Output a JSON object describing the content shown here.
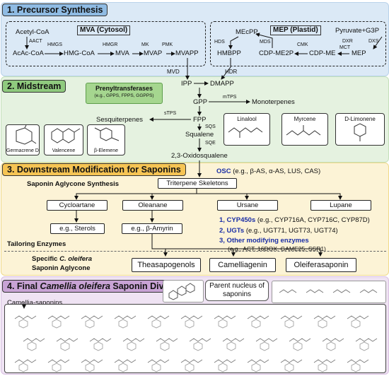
{
  "sections": {
    "precursor": "1. Precursor Synthesis",
    "midstream": "2. Midstream",
    "downstream_bold": "3. Downstream",
    "downstream_rest": " Modification for Saponins",
    "final_a": "4. Final ",
    "final_italic": "Camellia oleifera",
    "final_b": " Saponin Diversity"
  },
  "mva": {
    "title": "MVA (Cytosol)",
    "acetyl": "Acetyl-CoA",
    "aact": "AACT",
    "acac": "AcAc-CoA",
    "hmgs": "HMGS",
    "hmgcoa": "HMG-CoA",
    "hmgr": "HMGR",
    "mva": "MVA",
    "mk": "MK",
    "mvap": "MVAP",
    "pmk": "PMK",
    "mvapp": "MVAPP"
  },
  "mep": {
    "title": "MEP (Plastid)",
    "mecpp": "MEcPP",
    "hds": "HDS",
    "hmbpp": "HMBPP",
    "mds": "MDS",
    "cdpme2p": "CDP-ME2P",
    "cmk": "CMK",
    "cdpme": "CDP-ME",
    "pyruvate": "Pyruvate+G3P",
    "dxr": "DXR",
    "dxs": "DXS",
    "mct": "MCT",
    "mep": "MEP"
  },
  "mid": {
    "mvd": "MVD",
    "hdr": "HDR",
    "ipp": "IPP",
    "dmapp": "DMAPP",
    "prenyl_title": "Prenyltransferases",
    "prenyl_eg": "(e.g., GPPS, FPPS, GGPPS)",
    "gpp": "GPP",
    "mtps": "mTPS",
    "monoterpenes": "Monoterpenes",
    "stps": "sTPS",
    "sesquiterpenes": "Sesquiterpenes",
    "fpp": "FPP",
    "sqs": "SQS",
    "squalene": "Squalene",
    "sqe": "SQE",
    "oxido": "2,3-Oxidosqualene",
    "germacrene": "Germacrene D",
    "valencene": "Valencene",
    "elemene": "β-Elemene",
    "linalool": "Linalool",
    "myrcene": "Myrcene",
    "limonene": "D-Limonene"
  },
  "down": {
    "osc": "OSC",
    "osc_eg": "(e.g., β-AS, α-AS, LUS, CAS)",
    "aglycone_syn": "Saponin Aglycone Synthesis",
    "skeletons": "Triterpene Skeletons",
    "cycloartane": "Cycloartane",
    "oleanane": "Oleanane",
    "ursane": "Ursane",
    "lupane": "Lupane",
    "sterols": "e.g., Sterols",
    "amyrin": "e.g., β-Amyrin",
    "tailoring": "Tailoring Enzymes",
    "cyp_n": "1, CYP450s",
    "cyp_eg": " (e.g., CYP716A, CYP716C, CYP87D)",
    "ugt_n": "2, UGTs",
    "ugt_eg": " (e.g., UGT71, UGT73, UGT74)",
    "other_n": "3, Other modifying enzymes",
    "other_eg": "(e.g., ACT, 16DOX, GAME25, SSR1)",
    "specific_a": "Specific ",
    "specific_it": "C. oleifera",
    "specific_b": "Saponin Aglycone",
    "thea": "Theasapogenols",
    "camel": "Camelliagenin",
    "oleif": "Oleiferasaponin"
  },
  "final": {
    "parent": "Parent nucleus of saponins",
    "camellia": "Camellia-saponins"
  },
  "colors": {
    "blue_panel": "#dbe9f6",
    "blue_head": "#8fbbe3",
    "green_panel": "#e5f2e0",
    "green_head": "#8fca7e",
    "yellow_panel": "#fcf3d6",
    "yellow_head": "#f6c454",
    "purple_panel": "#efe3f3",
    "purple_head": "#c8a3d5",
    "prenyl_box": "#a5d68f",
    "enzyme_blue": "#1b2fa6"
  }
}
